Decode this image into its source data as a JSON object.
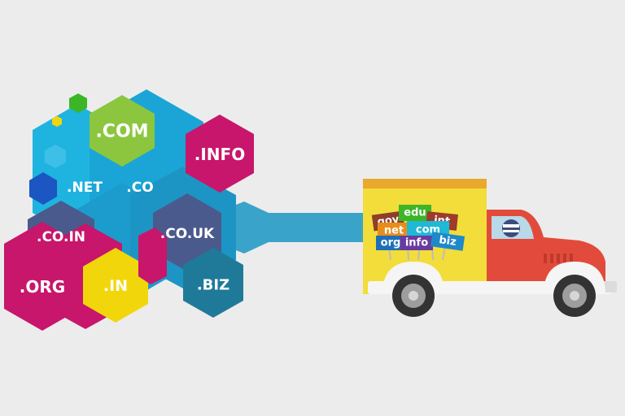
{
  "colors": {
    "background": "#ececec",
    "blue_cluster": "#1fb3e0",
    "magenta": "#c7166b",
    "green": "#8cc63f",
    "yellow": "#f2d60c",
    "slate": "#4a5a8c",
    "teal": "#1f7a99",
    "arrow": "#3aa3c9",
    "truck_red": "#e24b3b",
    "truck_box": "#f2dd3a"
  },
  "domains": {
    "com": ".COM",
    "info": ".INFO",
    "net": ".NET",
    "co": ".CO",
    "co_in": ".CO.IN",
    "co_uk": ".CO.UK",
    "org": ".ORG",
    "in": ".IN",
    "biz": ".BIZ"
  },
  "truck_signs": {
    "gov": "gov",
    "edu": "edu",
    "int": "int",
    "net": "net",
    "com": "com",
    "org": "org",
    "info": "info",
    "biz": "biz"
  }
}
